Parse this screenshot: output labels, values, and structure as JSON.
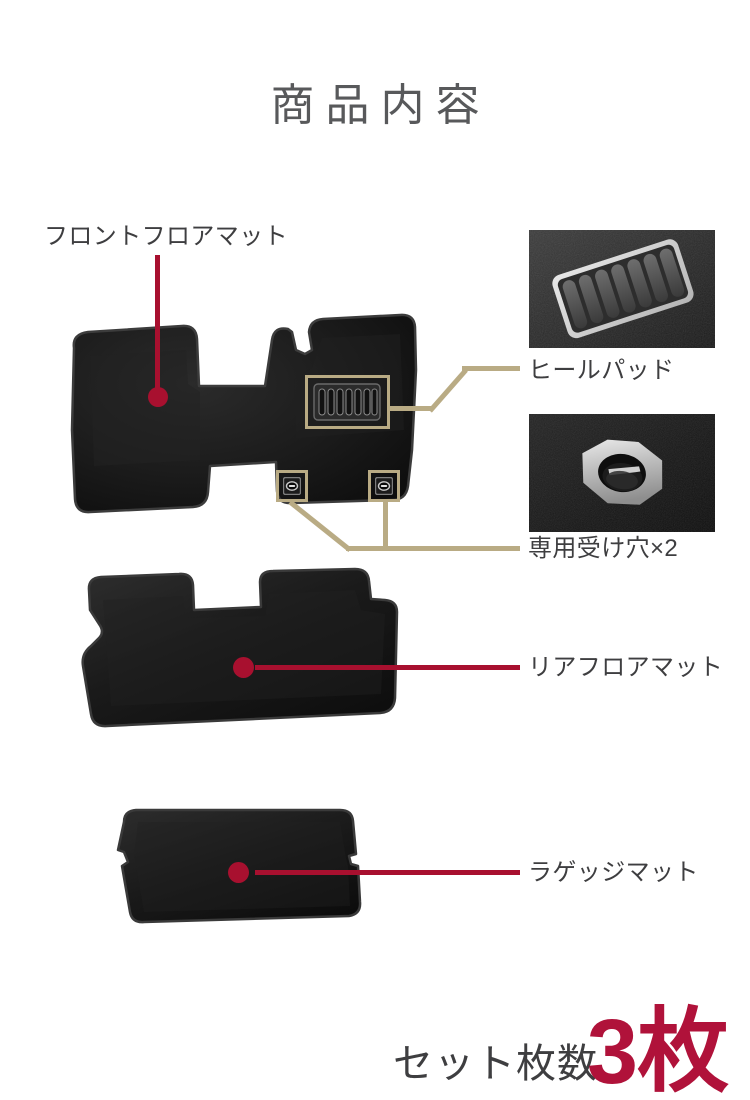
{
  "header": {
    "title": "商品内容"
  },
  "parts": [
    {
      "id": "front-floor-mat",
      "label": "フロントフロアマット",
      "connector_color": "#a8102f"
    },
    {
      "id": "heel-pad",
      "label": "ヒールパッド",
      "connector_color": "#b9ab84",
      "photo": "heel-pad-photo"
    },
    {
      "id": "anchor-holes",
      "label": "専用受け穴×2",
      "connector_color": "#b9ab84",
      "photo": "anchor-hole-photo"
    },
    {
      "id": "rear-floor-mat",
      "label": "リアフロアマット",
      "connector_color": "#a8102f"
    },
    {
      "id": "luggage-mat",
      "label": "ラゲッジマット",
      "connector_color": "#a8102f"
    }
  ],
  "footer": {
    "set_count_label": "セット枚数",
    "set_count_value": "3枚",
    "accent_color": "#b0123a"
  },
  "colors": {
    "title": "#58595b",
    "label": "#3e3e40",
    "crimson": "#a8102f",
    "tan": "#b9ab84",
    "mat_black": "#141414",
    "background": "#ffffff"
  }
}
